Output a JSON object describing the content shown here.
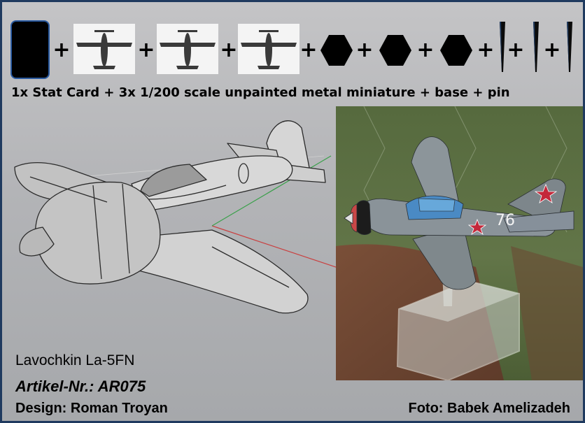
{
  "header": {
    "plus_sign": "+",
    "caption": "1x Stat Card + 3x 1/200 scale unpainted metal miniature + base + pin"
  },
  "icons": {
    "stat_card": "stat-card-icon",
    "miniature": "aircraft-silhouette-icon",
    "base": "hexagon-base-icon",
    "pin": "pin-icon"
  },
  "colors": {
    "frame": "#1f3a5f",
    "card_border": "#2a5aa0",
    "pin": "#1f3a5f"
  },
  "product": {
    "name": "Lavochkin La-5FN",
    "article": "Artikel-Nr.: AR075",
    "designer": "Design: Roman Troyan"
  },
  "photo": {
    "credit": "Foto: Babek Amelizadeh",
    "tail_number": "76"
  }
}
